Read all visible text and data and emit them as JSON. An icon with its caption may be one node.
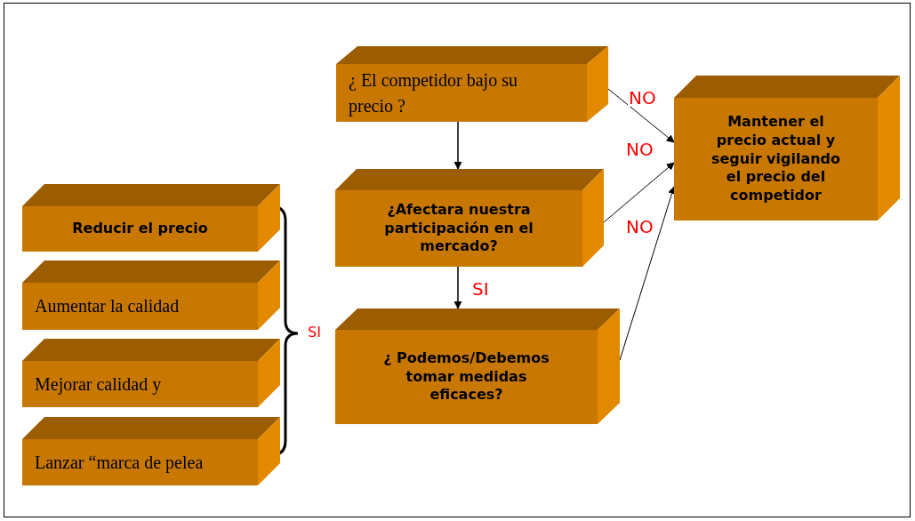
{
  "diagram": {
    "nodes": [
      {
        "text": [
          "¿ El competidor bajo su precio ?"
        ]
      },
      {
        "text": [
          "¿Afectara nuestra participación en el mercado?"
        ]
      },
      {
        "text": [
          "¿ Podemos/Debemos tomar medidas eficaces?"
        ]
      },
      {
        "text": [
          "Mantener el precio actual y seguir vigilando el precio del competidor"
        ]
      },
      {
        "text": [
          "Reducir el precio"
        ]
      },
      {
        "text": [
          "Aumentar la calidad"
        ]
      },
      {
        "text": [
          "Mejorar calidad y"
        ]
      },
      {
        "text": [
          "Lanzar “marca de pelea"
        ]
      }
    ],
    "edges": [
      {
        "from": 0,
        "to": 1,
        "arrow": "to"
      },
      {
        "from": 1,
        "to": 2,
        "arrow": "to",
        "label": "SI"
      },
      {
        "from": 0,
        "to": 3,
        "arrow": "to",
        "label": "NO"
      },
      {
        "from": 1,
        "to": 3,
        "arrow": "to",
        "label": "NO"
      },
      {
        "from": 2,
        "to": 3,
        "arrow": "to",
        "label": "NO"
      }
    ],
    "labels": [
      "SI"
    ]
  }
}
